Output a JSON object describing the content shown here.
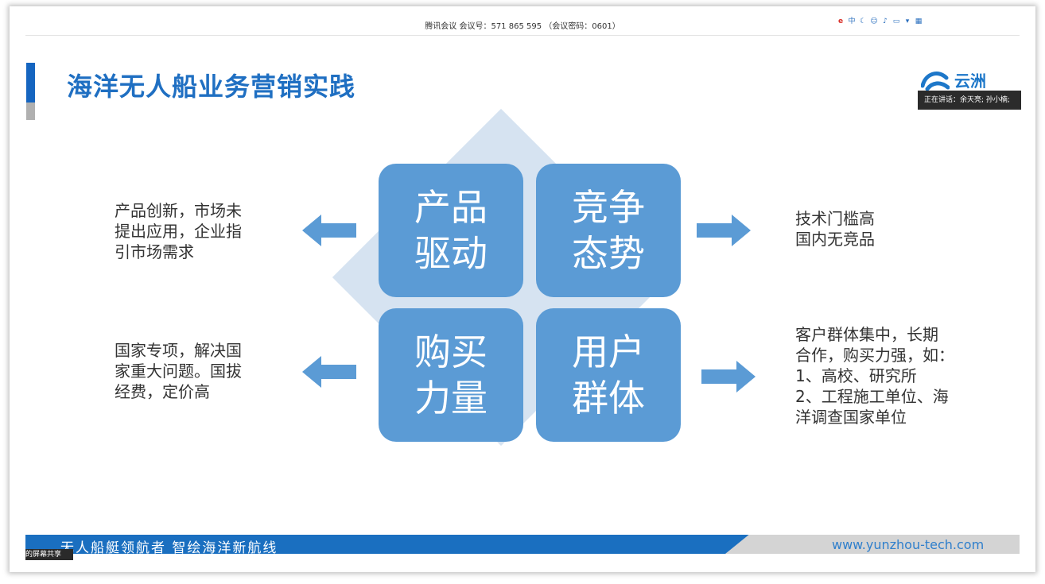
{
  "meeting": {
    "info": "腾讯会议 会议号：571 865 595 （会议密码：0601）"
  },
  "slide": {
    "title": "海洋无人船业务营销实践",
    "logo_text": "云洲",
    "speaker": "正在讲话：余天亮; 孙小楠;",
    "quadrants": [
      {
        "line1": "产品",
        "line2": "驱动"
      },
      {
        "line1": "竞争",
        "line2": "态势"
      },
      {
        "line1": "购买",
        "line2": "力量"
      },
      {
        "line1": "用户",
        "line2": "群体"
      }
    ],
    "descriptions": {
      "product": [
        "产品创新，市场未",
        "提出应用，企业指",
        "引市场需求"
      ],
      "competition": [
        "技术门槛高",
        "国内无竞品"
      ],
      "purchase": [
        "国家专项，解决国",
        "家重大问题。国拔",
        "经费，定价高"
      ],
      "users": [
        "客户群体集中，长期",
        "合作，购买力强，如：",
        "1、高校、研究所",
        "2、工程施工单位、海",
        "洋调查国家单位"
      ]
    },
    "footer": {
      "slogan": "无人船艇领航者    智绘海洋新航线",
      "url": "www.yunzhou-tech.com"
    }
  },
  "screen_share_label": "的屏幕共享",
  "colors": {
    "accent": "#1f6fc2",
    "quad": "#5b9bd5",
    "diamond": "#d6e3f1",
    "arrow": "#5b9bd5"
  }
}
